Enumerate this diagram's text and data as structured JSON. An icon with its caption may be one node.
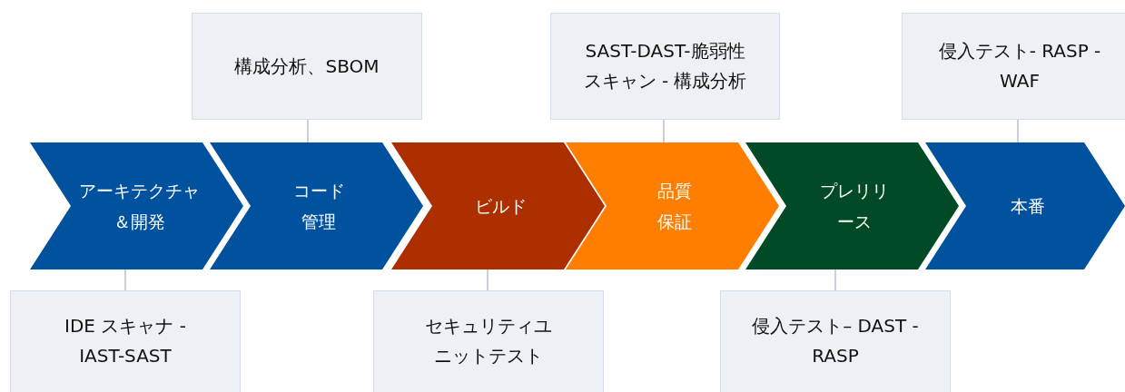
{
  "diagram": {
    "nodes": [
      {
        "text": [
          "アーキテクチャ＆開発"
        ]
      },
      {
        "text": [
          "コード管理"
        ]
      },
      {
        "text": [
          "ビルド"
        ]
      },
      {
        "text": [
          "品質保証"
        ]
      },
      {
        "text": [
          "プレリリース"
        ]
      },
      {
        "text": [
          "本番"
        ]
      },
      {
        "text": [
          "構成分析、SBOM"
        ]
      },
      {
        "text": [
          "SAST-DAST-脆弱性スキャン - 構成分析"
        ]
      },
      {
        "text": [
          "侵入テスト- RASP - WAF"
        ]
      },
      {
        "text": [
          "IDE スキャナ - IAST-SAST"
        ]
      },
      {
        "text": [
          "セキュリティユニットテスト"
        ]
      },
      {
        "text": [
          "侵入テスト– DAST - RASP"
        ]
      }
    ],
    "edges": [
      {
        "from": 6,
        "to": 1,
        "arrow": "none"
      },
      {
        "from": 7,
        "to": 3,
        "arrow": "none"
      },
      {
        "from": 8,
        "to": 5,
        "arrow": "none"
      },
      {
        "from": 9,
        "to": 0,
        "arrow": "none"
      },
      {
        "from": 10,
        "to": 2,
        "arrow": "none"
      },
      {
        "from": 11,
        "to": 4,
        "arrow": "none"
      }
    ]
  }
}
